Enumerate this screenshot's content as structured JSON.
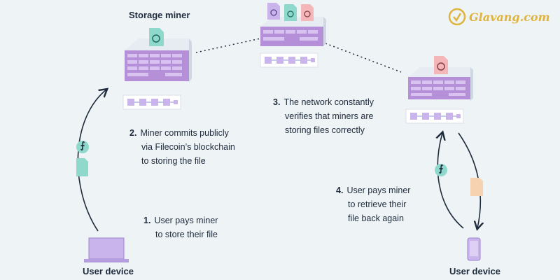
{
  "watermark": {
    "brand": "Glavang.com"
  },
  "nodes": {
    "storage_miner": "Storage miner",
    "user_device_left": "User device",
    "user_device_right": "User device"
  },
  "steps": [
    {
      "num": "1.",
      "lines": [
        "User pays miner",
        "to store their file"
      ]
    },
    {
      "num": "2.",
      "lines": [
        "Miner commits publicly",
        "via Filecoin’s blockchain",
        "to storing the file"
      ]
    },
    {
      "num": "3.",
      "lines": [
        "The network constantly",
        "verifies that miners are",
        "storing files correctly"
      ]
    },
    {
      "num": "4.",
      "lines": [
        "User pays miner",
        "to retrieve their",
        "file back again"
      ]
    }
  ],
  "token_glyph": "⨍",
  "colors": {
    "background": "#eef3f6",
    "server": "#b58fd8",
    "server_top": "#e6ecf2",
    "file_teal": "#8ed8cc",
    "file_pink": "#f3b7ba",
    "file_peach": "#f7d2b0",
    "chain_block": "#c9b4ec",
    "arrow": "#1e2b3c"
  }
}
